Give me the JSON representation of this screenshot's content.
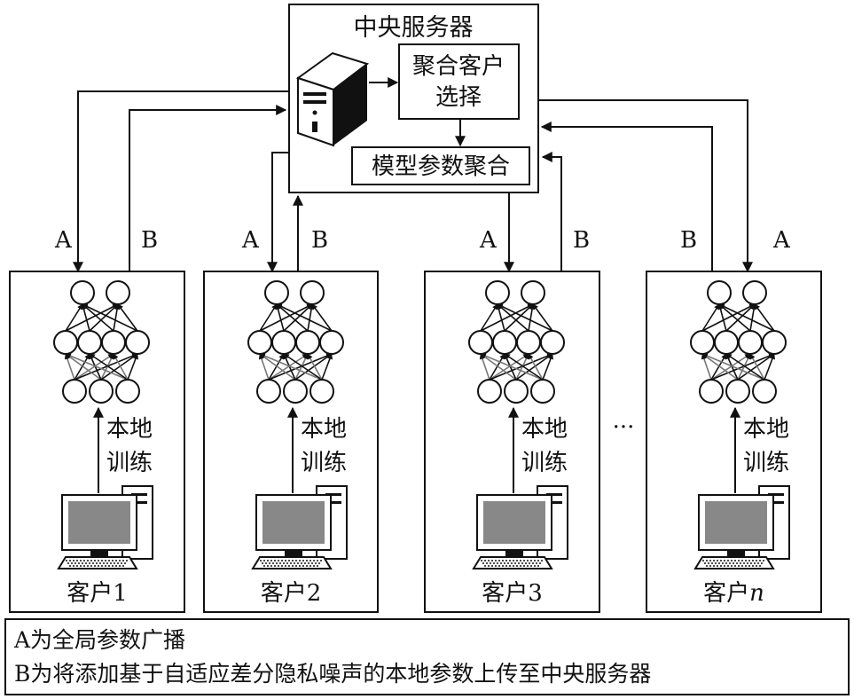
{
  "server": {
    "title": "中央服务器",
    "select_box_line1": "聚合客户",
    "select_box_line2": "选择",
    "aggregate_box": "模型参数聚合"
  },
  "arrow_labels": {
    "a": "A",
    "b": "B"
  },
  "train_label": {
    "line1": "本地",
    "line2": "训练"
  },
  "clients": [
    {
      "name": "客户1"
    },
    {
      "name": "客户2"
    },
    {
      "name": "客户3"
    },
    {
      "name_prefix": "客户",
      "name_italic": "n"
    }
  ],
  "ellipsis": "···",
  "legend": {
    "line1": "A为全局参数广播",
    "line2": "B为将添加基于自适应差分隐私噪声的本地参数上传至中央服务器"
  }
}
